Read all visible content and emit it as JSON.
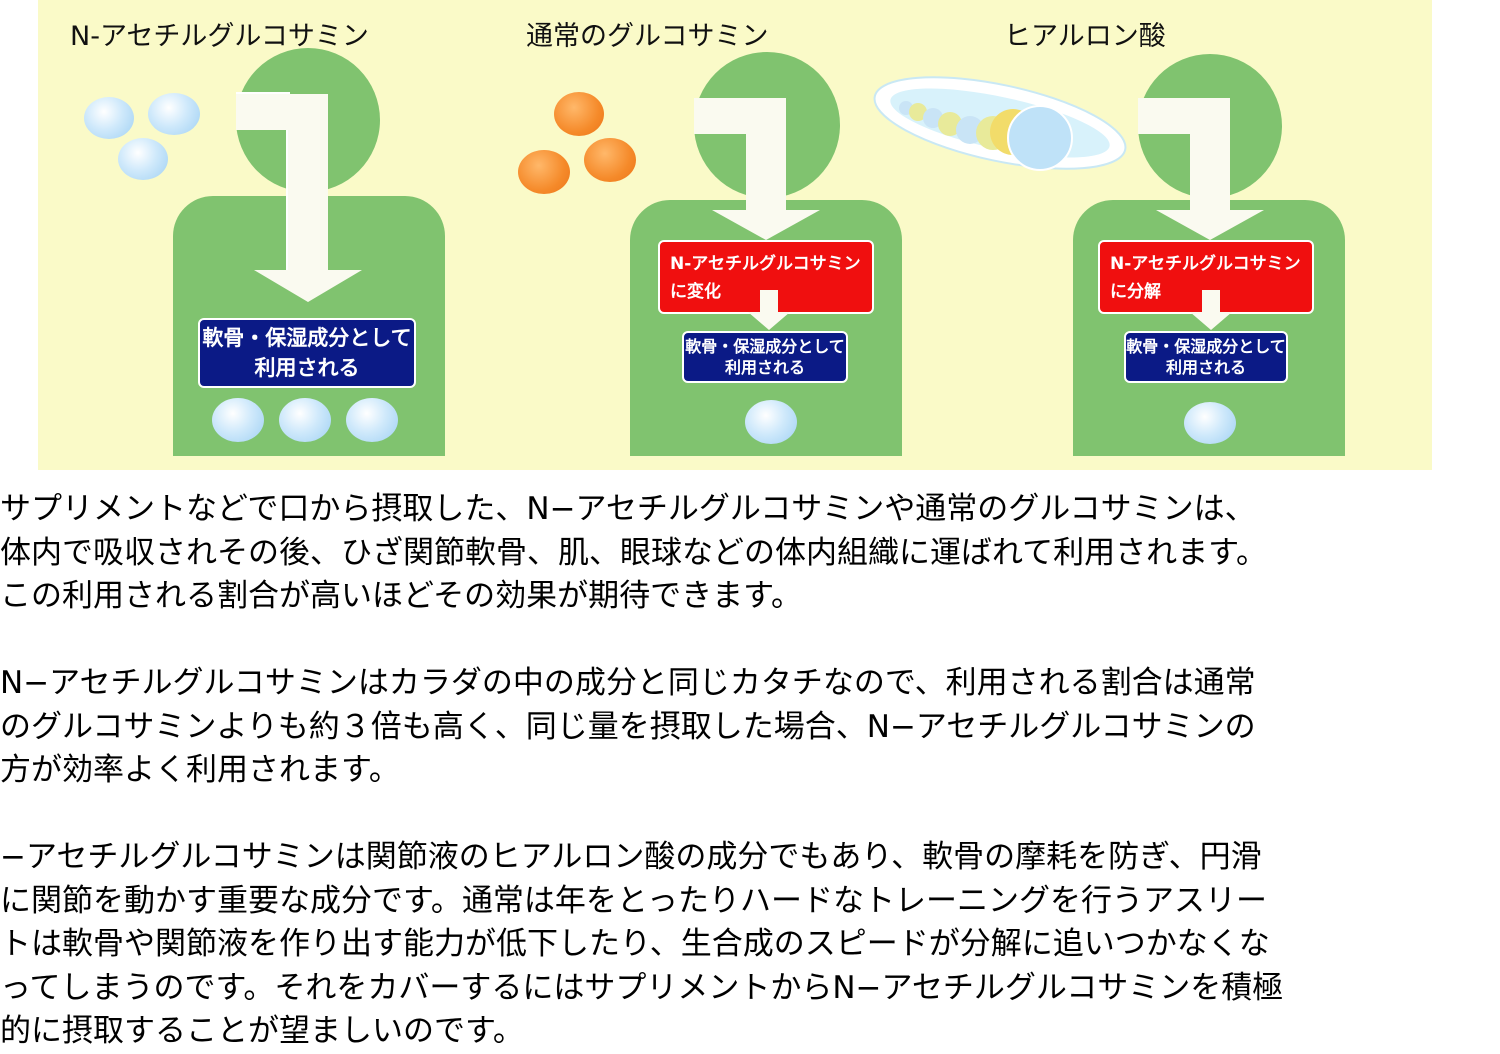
{
  "diagram": {
    "panels": [
      {
        "title": "N-アセチルグルコサミン",
        "result_line1": "軟骨・保湿成分として",
        "result_line2": "利用される"
      },
      {
        "title": "通常のグルコサミン",
        "conversion_line1": "N-アセチルグルコサミン",
        "conversion_line2": "に変化",
        "result_line1": "軟骨・保湿成分として",
        "result_line2": "利用される"
      },
      {
        "title": "ヒアルロン酸",
        "conversion_line1": "N-アセチルグルコサミン",
        "conversion_line2": "に分解",
        "result_line1": "軟骨・保湿成分として",
        "result_line2": "利用される"
      }
    ],
    "colors": {
      "background": "#fafac8",
      "figure": "#80c36f",
      "result_box": "#0b1a86",
      "conversion_box": "#f00f0f",
      "molecule_blue": "#bfe2f8",
      "molecule_orange": "#f58a2a"
    }
  },
  "paragraphs": [
    [
      "サプリメントなどで口から摂取した、N−アセチルグルコサミンや通常のグルコサミンは、",
      "体内で吸収されその後、ひざ関節軟骨、肌、眼球などの体内組織に運ばれて利用されます。",
      "この利用される割合が高いほどその効果が期待できます。"
    ],
    [
      "N−アセチルグルコサミンはカラダの中の成分と同じカタチなので、利用される割合は通常",
      "のグルコサミンよりも約３倍も高く、同じ量を摂取した場合、N−アセチルグルコサミンの",
      "方が効率よく利用されます。"
    ],
    [
      "−アセチルグルコサミンは関節液のヒアルロン酸の成分でもあり、軟骨の摩耗を防ぎ、円滑",
      "に関節を動かす重要な成分です。通常は年をとったりハードなトレーニングを行うアスリー",
      "トは軟骨や関節液を作り出す能力が低下したり、生合成のスピードが分解に追いつかなくな",
      "ってしまうのです。それをカバーするにはサプリメントからN−アセチルグルコサミンを積極",
      "的に摂取することが望ましいのです。"
    ]
  ]
}
